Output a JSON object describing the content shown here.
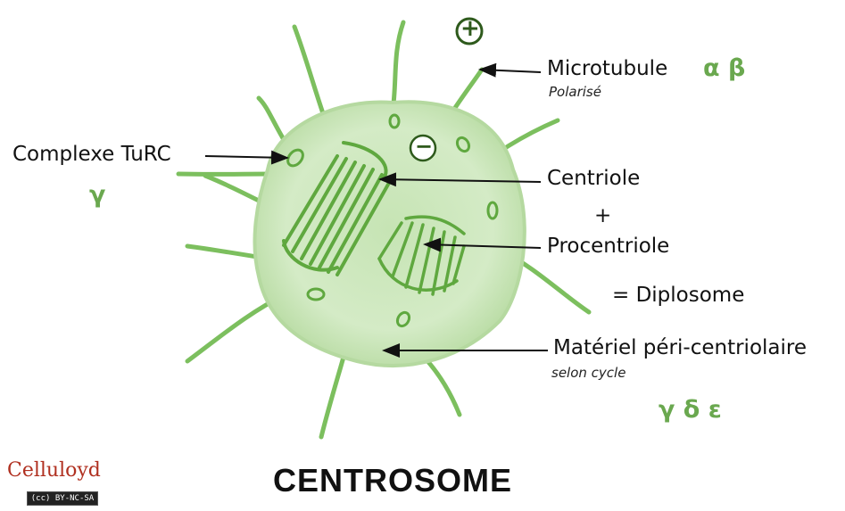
{
  "labels": {
    "complexe_turc": "Complexe TuRC",
    "complexe_turc_greek": "γ",
    "microtubule": "Microtubule",
    "microtubule_greek": "α β",
    "polarise": "Polarisé",
    "centriole": "Centriole",
    "plus": "+",
    "procentriole": "Procentriole",
    "diplosome": "= Diplosome",
    "materiel": "Matériel péri-centriolaire",
    "selon_cycle": "selon cycle",
    "materiel_greek": "γ δ ε",
    "plus_end": "+",
    "minus_end": "−"
  },
  "title": "CENTROSOME",
  "brand": {
    "name": "Celluloyd",
    "license": "(cc) BY-NC-SA"
  },
  "colors": {
    "green": "#6aa84f",
    "dark_green": "#2e5a1c",
    "pcm_fill": "#cfe8c0",
    "filament": "#7cbf5e"
  }
}
